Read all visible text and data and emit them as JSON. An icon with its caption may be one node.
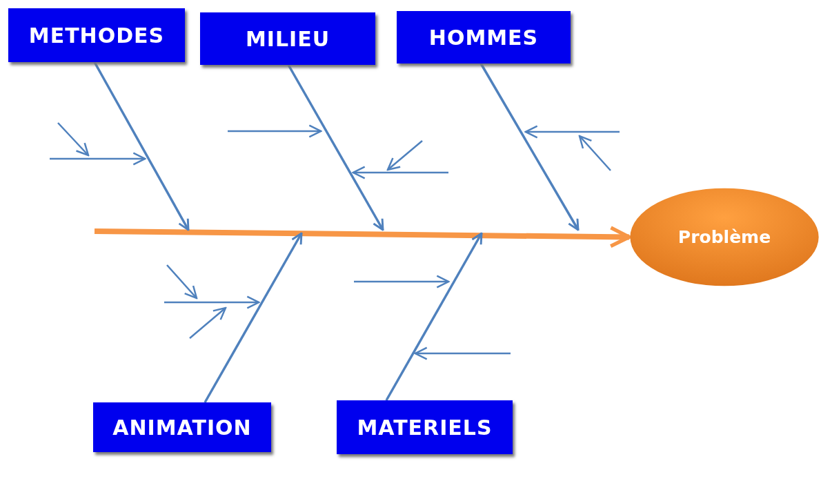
{
  "diagram": {
    "nodes": [
      {
        "text": [
          "METHODES"
        ]
      },
      {
        "text": [
          "MILIEU"
        ]
      },
      {
        "text": [
          "HOMMES"
        ]
      },
      {
        "text": [
          "Problème"
        ]
      },
      {
        "text": [
          "ANIMATION"
        ]
      },
      {
        "text": [
          "MATERIELS"
        ]
      }
    ],
    "edges": [
      {
        "from": null,
        "to": 3,
        "arrow": "to",
        "style": "thick",
        "color": "#f79646"
      },
      {
        "from": 0,
        "to": null,
        "arrow": "to"
      },
      {
        "from": 1,
        "to": null,
        "arrow": "to"
      },
      {
        "from": 2,
        "to": null,
        "arrow": "to"
      },
      {
        "from": 4,
        "to": null,
        "arrow": "to"
      },
      {
        "from": 5,
        "to": null,
        "arrow": "to"
      }
    ]
  }
}
